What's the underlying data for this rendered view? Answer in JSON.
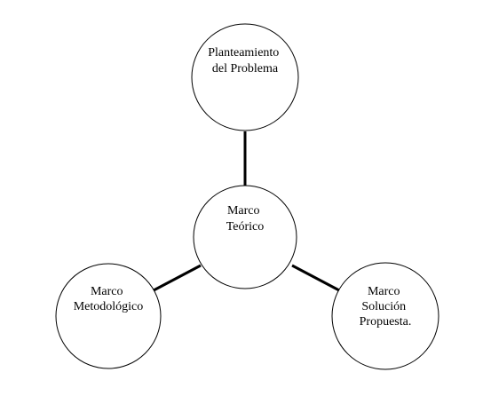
{
  "diagram": {
    "type": "hub-and-spoke",
    "center": {
      "lines": [
        "Marco",
        "Teórico"
      ]
    },
    "nodes": [
      {
        "id": "top",
        "lines": [
          "Planteamiento",
          "del Problema"
        ]
      },
      {
        "id": "bottom-left",
        "lines": [
          "Marco",
          "Metodológico"
        ]
      },
      {
        "id": "bottom-right",
        "lines": [
          "Marco",
          "Solución",
          "Propuesta."
        ]
      }
    ],
    "edges": [
      {
        "from": "center",
        "to": "top"
      },
      {
        "from": "center",
        "to": "bottom-left"
      },
      {
        "from": "center",
        "to": "bottom-right"
      }
    ],
    "colors": {
      "stroke": "#000000",
      "fill": "#ffffff",
      "text": "#000000"
    }
  }
}
